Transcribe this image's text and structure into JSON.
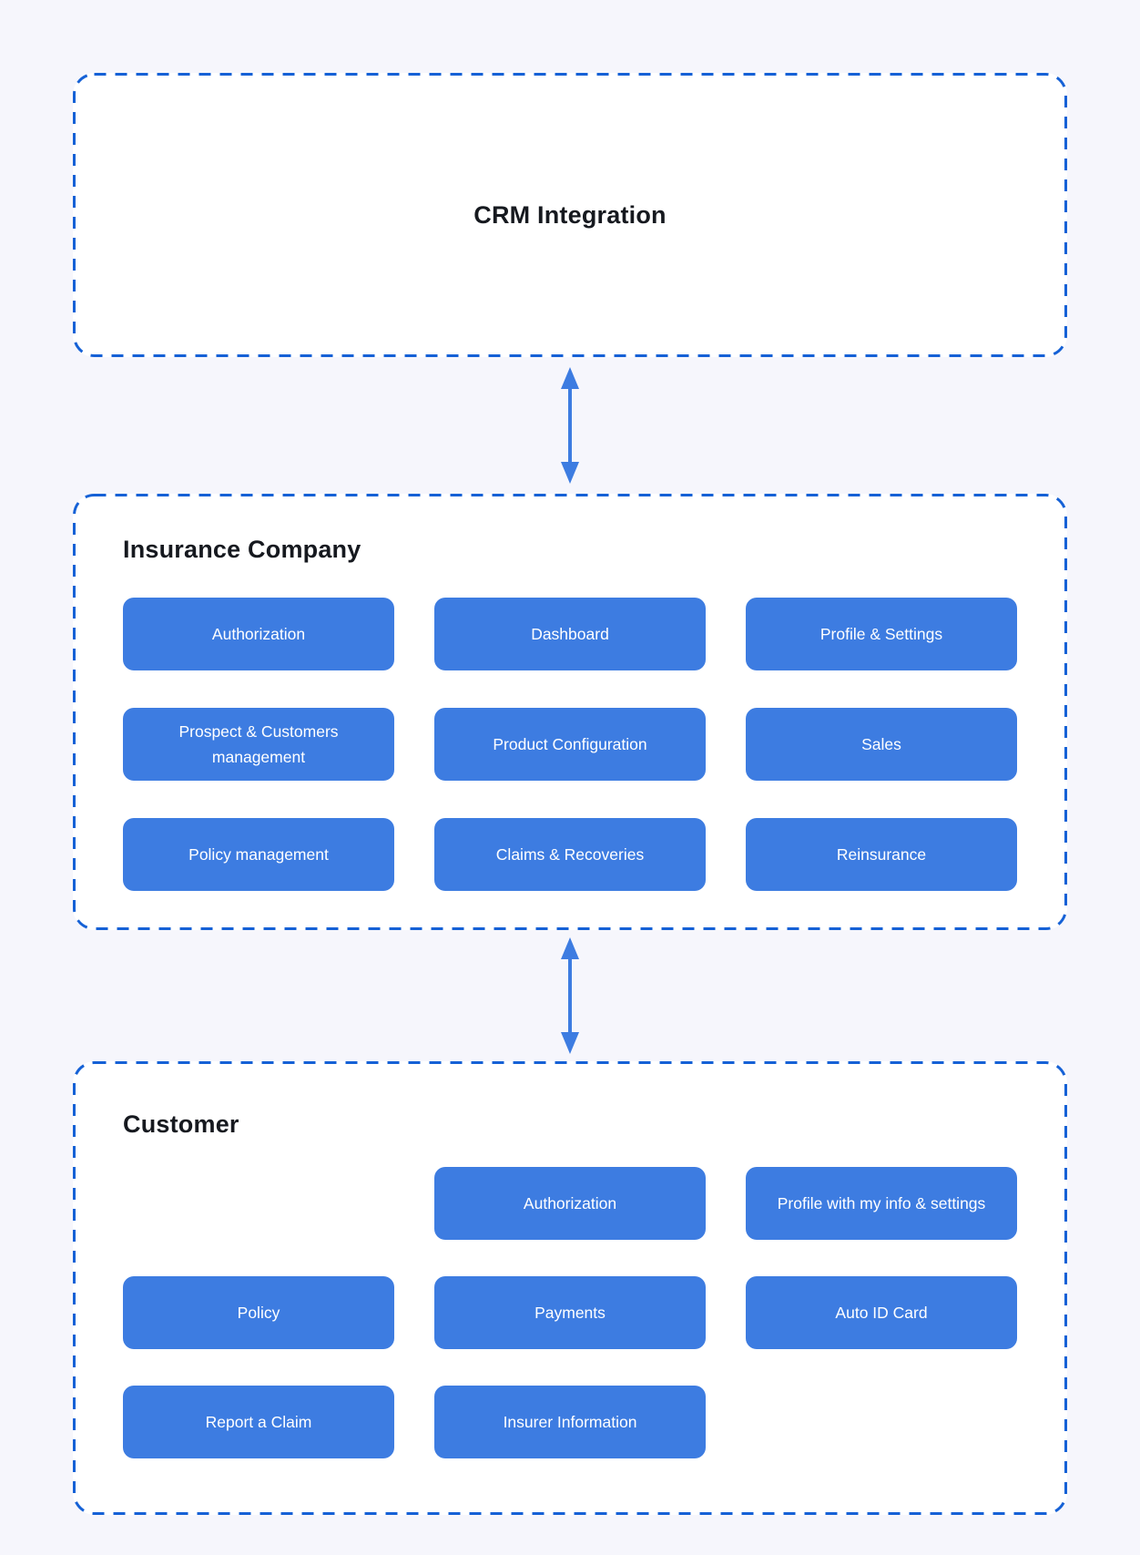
{
  "page": {
    "background_color": "#f6f6fc",
    "box_background_color": "#ffffff",
    "dashed_border_color": "#1561d6",
    "button_color": "#3d7ce1",
    "button_text_color": "#ffffff",
    "heading_text_color": "#16191f",
    "arrow_color": "#3d7ce1"
  },
  "sections": {
    "crm": {
      "title": "CRM Integration"
    },
    "insurance": {
      "title": "Insurance Company",
      "buttons": [
        "Authorization",
        "Dashboard",
        "Profile & Settings",
        "Prospect & Customers management",
        "Product Configuration",
        "Sales",
        "Policy management",
        "Claims & Recoveries",
        "Reinsurance"
      ]
    },
    "customer": {
      "title": "Customer",
      "top_button": "Authorization",
      "buttons": [
        "Profile with my info & settings",
        "Policy",
        "Payments",
        "Auto ID Card",
        "Report a Claim",
        "Insurer Information"
      ]
    }
  }
}
